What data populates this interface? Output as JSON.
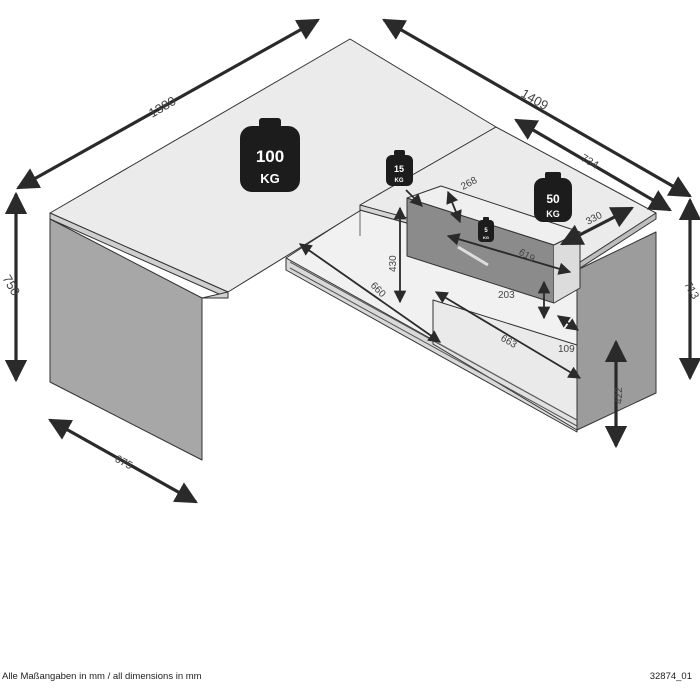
{
  "dimensions": {
    "top_width": "1380",
    "total_length": "1409",
    "height_left": "750",
    "depth_left": "675",
    "return_depth": "734",
    "height_right": "713",
    "diag_268": "268",
    "shelf_depth": "330",
    "drawer_depth": "619",
    "inner_height": "430",
    "inner_width": "660",
    "drawer_height": "203",
    "inner_length": "663",
    "plinth_gap": "109",
    "cabinet_height": "422"
  },
  "weights": {
    "large": {
      "value": "100",
      "unit": "KG"
    },
    "medium": {
      "value": "50",
      "unit": "KG"
    },
    "small": {
      "value": "15",
      "unit": "KG"
    },
    "tiny": {
      "value": "5",
      "unit": "KG"
    }
  },
  "footer": {
    "note": "Alle Maßangaben in mm / all dimensions in mm",
    "code": "32874_01"
  },
  "colors": {
    "panel_top": "#ebebeb",
    "panel_side": "#a7a7a7",
    "interior": "#efefef",
    "outline": "#333333",
    "weight_fill": "#1c1c1c"
  }
}
